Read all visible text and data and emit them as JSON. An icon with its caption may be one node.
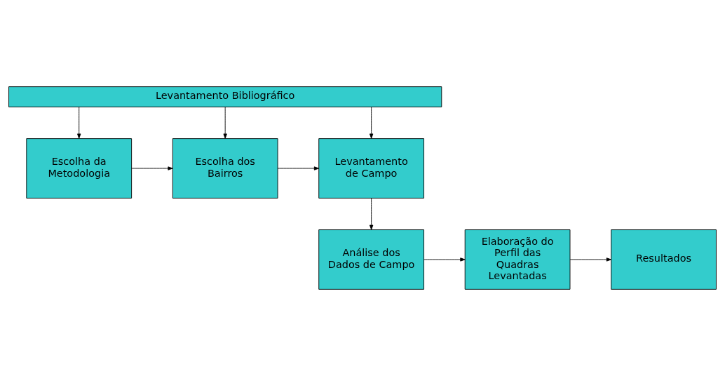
{
  "diagram": {
    "nodes": [
      {
        "text": [
          "Levantamento Bibliográfico"
        ]
      },
      {
        "text": [
          "Escolha da Metodologia"
        ]
      },
      {
        "text": [
          "Escolha dos Bairros"
        ]
      },
      {
        "text": [
          "Levantamento de Campo"
        ]
      },
      {
        "text": [
          "Análise dos Dados de Campo"
        ]
      },
      {
        "text": [
          "Elaboração do Perfil das Quadras Levantadas"
        ]
      },
      {
        "text": [
          "Resultados"
        ]
      }
    ],
    "edges": [
      {
        "from": 0,
        "to": 1,
        "arrow": "to"
      },
      {
        "from": 0,
        "to": 2,
        "arrow": "to"
      },
      {
        "from": 0,
        "to": 3,
        "arrow": "to"
      },
      {
        "from": 1,
        "to": 2,
        "arrow": "to"
      },
      {
        "from": 2,
        "to": 3,
        "arrow": "to"
      },
      {
        "from": 3,
        "to": 4,
        "arrow": "to"
      },
      {
        "from": 4,
        "to": 5,
        "arrow": "to"
      },
      {
        "from": 5,
        "to": 6,
        "arrow": "to"
      }
    ]
  }
}
